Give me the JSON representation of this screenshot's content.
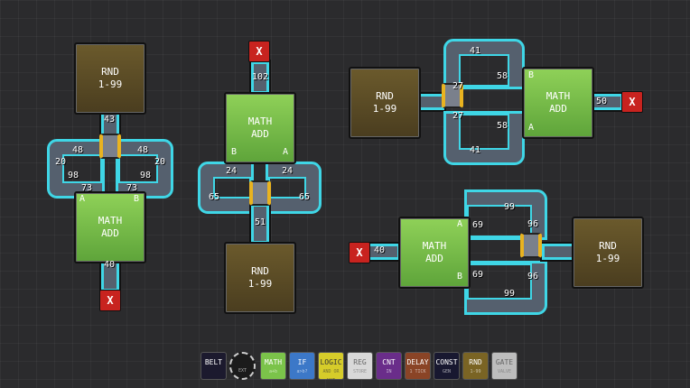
{
  "circuits": [
    {
      "rnd": {
        "title": "RND",
        "range": "1-99"
      },
      "math": {
        "title": "MATH",
        "op": "ADD",
        "a": "A",
        "b": "B"
      },
      "belts": [
        "43",
        "48",
        "48",
        "20",
        "20",
        "98",
        "98",
        "73",
        "73",
        "40"
      ],
      "exit": "X"
    },
    {
      "rnd": {
        "title": "RND",
        "range": "1-99"
      },
      "math": {
        "title": "MATH",
        "op": "ADD",
        "a": "A",
        "b": "B"
      },
      "belts": [
        "102",
        "24",
        "24",
        "65",
        "65",
        "51"
      ],
      "exit": "X"
    },
    {
      "rnd": {
        "title": "RND",
        "range": "1-99"
      },
      "math": {
        "title": "MATH",
        "op": "ADD",
        "a": "A",
        "b": "B"
      },
      "belts": [
        "27",
        "41",
        "58",
        "27",
        "58",
        "41",
        "50"
      ],
      "exit": "X"
    },
    {
      "rnd": {
        "title": "RND",
        "range": "1-99"
      },
      "math": {
        "title": "MATH",
        "op": "ADD",
        "a": "A",
        "b": "B"
      },
      "belts": [
        "96",
        "99",
        "69",
        "69",
        "96",
        "99",
        "40"
      ],
      "exit": "X"
    }
  ],
  "toolbar": [
    {
      "label": "BELT",
      "sub": "",
      "color": "#1c1a2e"
    },
    {
      "label": "",
      "sub": "EXT",
      "color": "#1b1b1b"
    },
    {
      "label": "MATH",
      "sub": "a+b",
      "color": "#7bc34a"
    },
    {
      "label": "IF",
      "sub": "a>b?",
      "color": "#3c78c8"
    },
    {
      "label": "LOGIC",
      "sub": "AND OR NOT",
      "color": "#d6cc2a"
    },
    {
      "label": "REG",
      "sub": "STORE",
      "color": "#d8d8d8"
    },
    {
      "label": "CNT",
      "sub": "IN",
      "color": "#6a2d8a"
    },
    {
      "label": "DELAY",
      "sub": "1 TICK",
      "color": "#8a4426"
    },
    {
      "label": "CONST",
      "sub": "GEN",
      "color": "#181830"
    },
    {
      "label": "RND",
      "sub": "1-99",
      "color": "#7a6424"
    },
    {
      "label": "GATE",
      "sub": "VALVE",
      "color": "#bdbdbd"
    }
  ]
}
